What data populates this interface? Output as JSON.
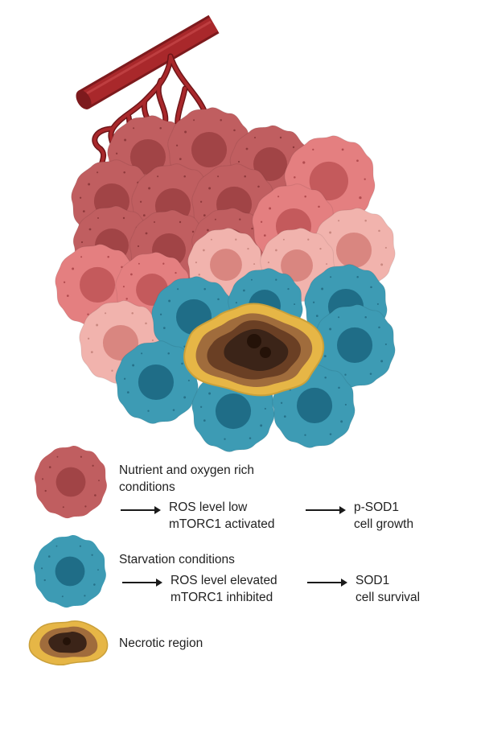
{
  "legend": {
    "rich": {
      "title_line1": "Nutrient and oxygen rich",
      "title_line2": "conditions",
      "ros_line1": "ROS level low",
      "ros_line2": "mTORC1 activated",
      "outcome_line1": "p-SOD1",
      "outcome_line2": "cell growth"
    },
    "starvation": {
      "title": "Starvation conditions",
      "ros_line1": "ROS level elevated",
      "ros_line2": "mTORC1 inhibited",
      "outcome_line1": "SOD1",
      "outcome_line2": "cell survival"
    },
    "necrotic": {
      "title": "Necrotic region"
    }
  },
  "colors": {
    "dark_red_cell": "#c05e60",
    "red_cell": "#e47f80",
    "pink_cell": "#f1b3ad",
    "blue_cell": "#3d9bb4",
    "blood_vessel": "#a9282b",
    "necrotic_core": "#3b2418",
    "necrotic_rim": "#e7b94a"
  }
}
